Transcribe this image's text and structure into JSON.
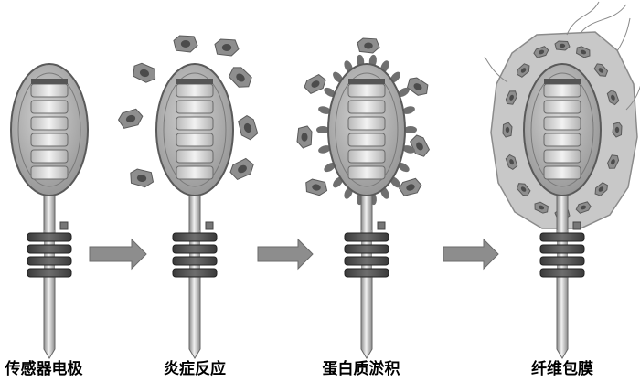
{
  "stages": [
    {
      "id": "electrode",
      "caption": "传感器电极"
    },
    {
      "id": "inflammation",
      "caption": "炎症反应"
    },
    {
      "id": "protein",
      "caption": "蛋白质淤积"
    },
    {
      "id": "fibrous",
      "caption": "纤维包膜"
    }
  ],
  "colors": {
    "shell_fill": "#9a9a9a",
    "shell_inner": "#c8c8c8",
    "coil_face": "#dadada",
    "cell_body": "#8e8e8e",
    "cell_nucleus": "#4c4c4c",
    "protein_dot": "#6f6f6f",
    "capsule_fill": "#bfbfbf",
    "arrow": "#8d8d8d",
    "wire": "#555555"
  }
}
